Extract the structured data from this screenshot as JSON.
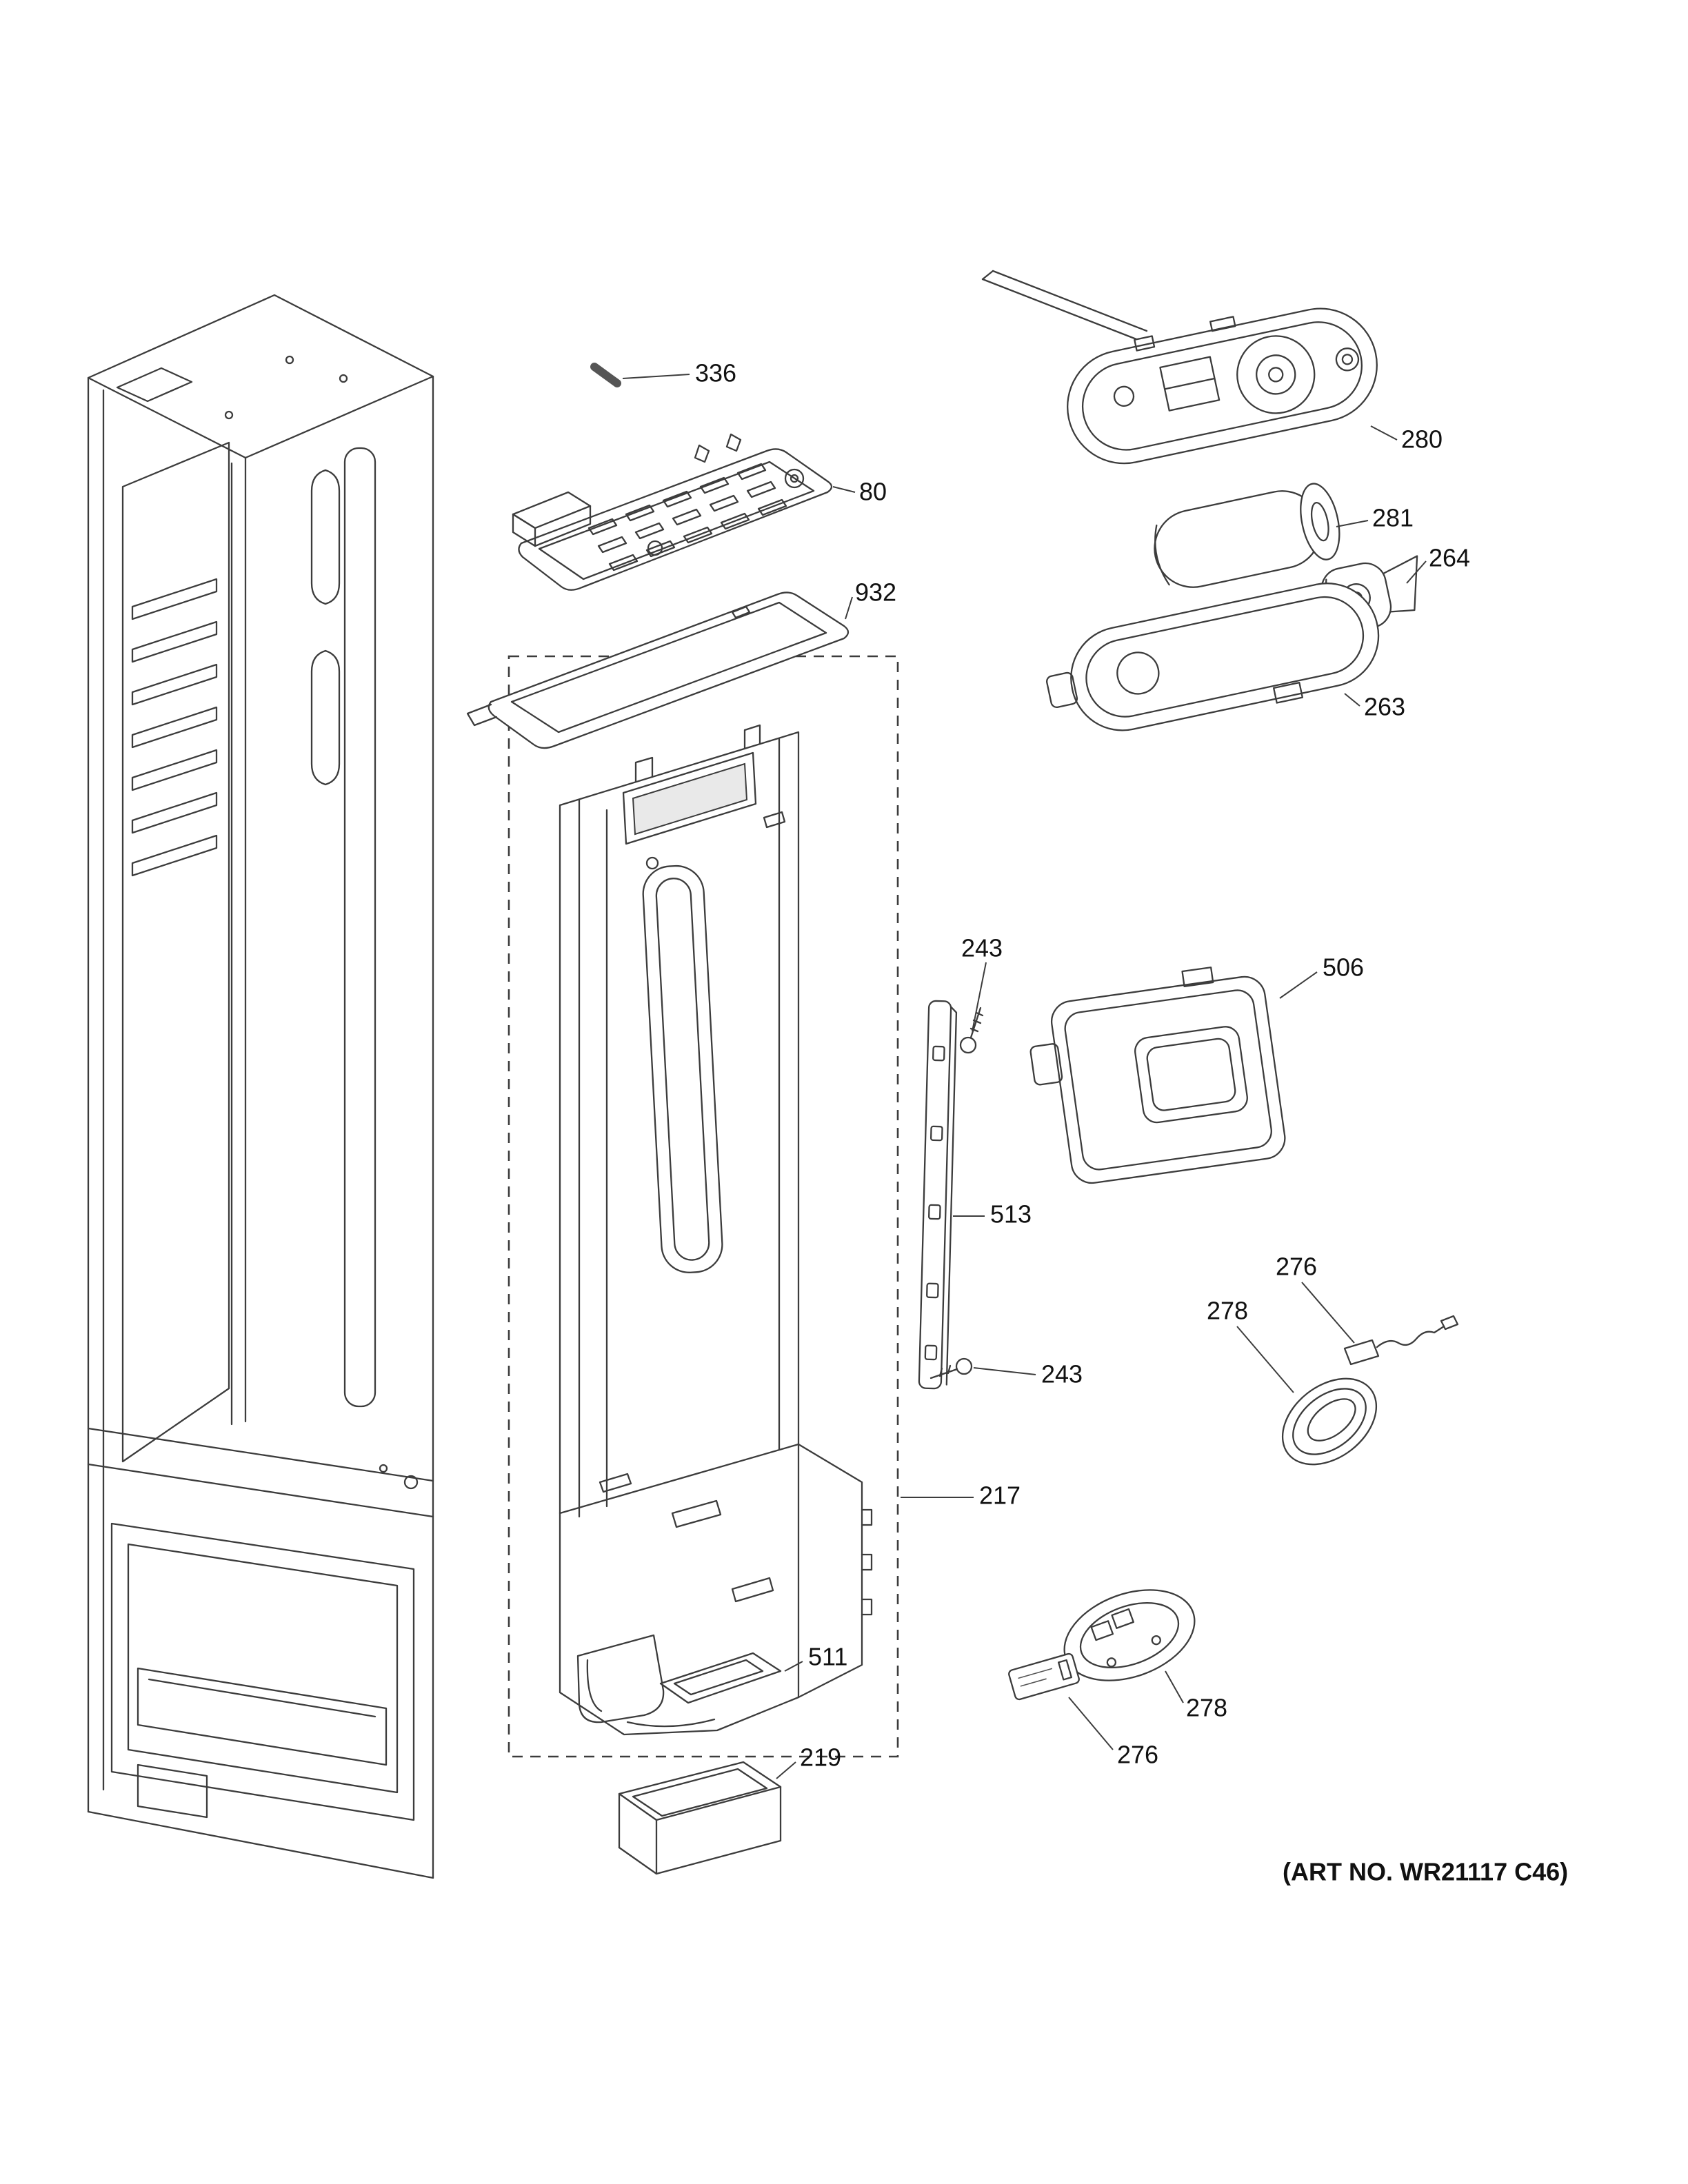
{
  "diagram": {
    "art_no": "(ART NO. WR21117 C46)",
    "callouts": {
      "c336": "336",
      "c80": "80",
      "c932": "932",
      "c280": "280",
      "c281": "281",
      "c264": "264",
      "c263": "263",
      "c243_top": "243",
      "c506": "506",
      "c513": "513",
      "c276_upper": "276",
      "c278_upper": "278",
      "c243_bottom": "243",
      "c217": "217",
      "c511": "511",
      "c278_lower": "278",
      "c276_lower": "276",
      "c219": "219"
    }
  }
}
